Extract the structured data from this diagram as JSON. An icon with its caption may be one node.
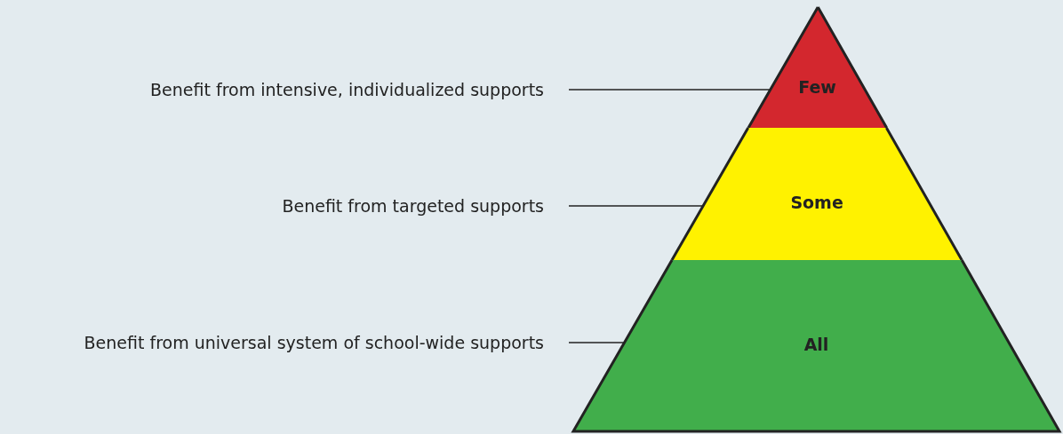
{
  "diagram": {
    "nodes": [
      {
        "text": [
          "Benefit from intensive, individualized supports"
        ]
      },
      {
        "text": [
          "Few"
        ]
      },
      {
        "text": [
          "Benefit from targeted supports"
        ]
      },
      {
        "text": [
          "Some"
        ]
      },
      {
        "text": [
          "Benefit from universal system of school-wide supports"
        ]
      },
      {
        "text": [
          "All"
        ]
      }
    ],
    "edges": [
      {
        "from": 0,
        "to": 1,
        "arrow": "none"
      },
      {
        "from": 2,
        "to": 3,
        "arrow": "none"
      },
      {
        "from": 4,
        "to": 5,
        "arrow": "none"
      }
    ]
  }
}
